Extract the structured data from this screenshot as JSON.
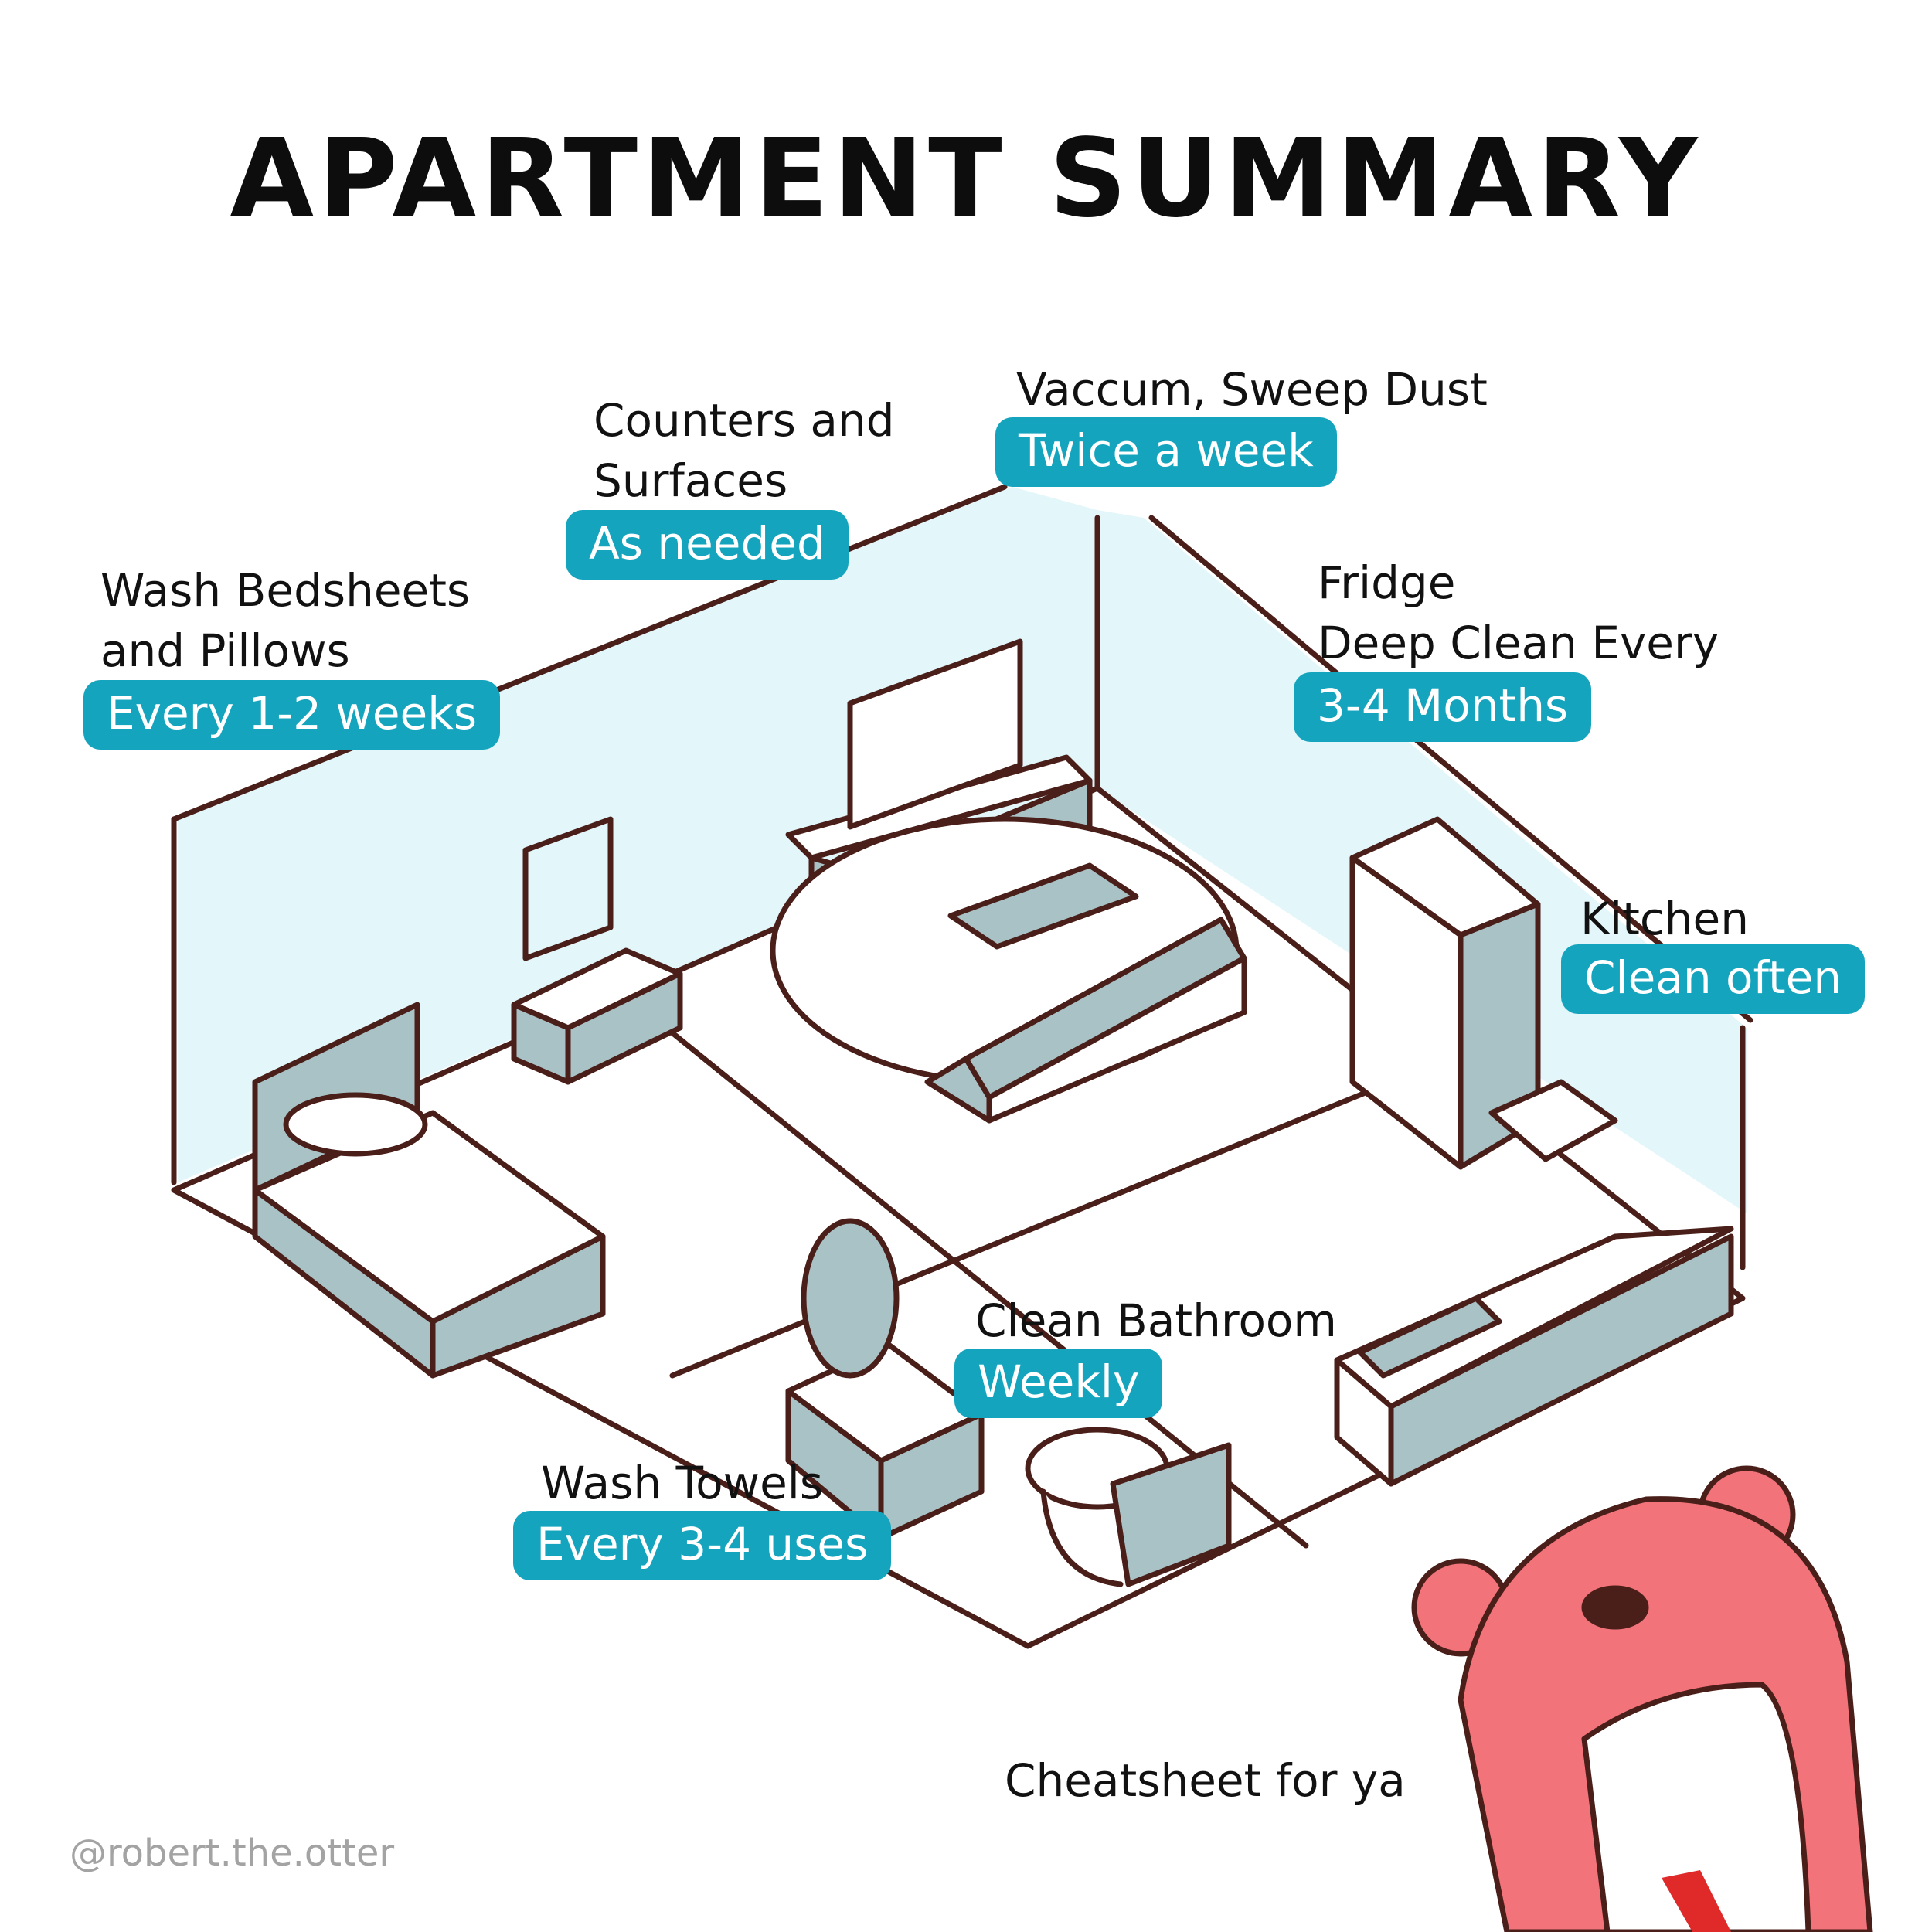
{
  "title": "APARTMENT SUMMARY",
  "tasks": [
    {
      "id": "bedsheets",
      "lines": [
        "Wash Bedsheets",
        "and Pillows"
      ],
      "frequency": "Every 1-2 weeks"
    },
    {
      "id": "counters",
      "lines": [
        "Counters and",
        "Surfaces"
      ],
      "frequency": "As needed"
    },
    {
      "id": "vacuum",
      "lines": [
        "Vaccum, Sweep Dust"
      ],
      "frequency": "Twice a week"
    },
    {
      "id": "fridge",
      "lines": [
        "Fridge",
        "Deep Clean Every"
      ],
      "frequency": "3-4 Months"
    },
    {
      "id": "kitchen",
      "lines": [
        "Kitchen"
      ],
      "frequency": "Clean often"
    },
    {
      "id": "bathroom",
      "lines": [
        "Clean Bathroom"
      ],
      "frequency": "Weekly"
    },
    {
      "id": "towels",
      "lines": [
        "Wash Towels"
      ],
      "frequency": "Every 3-4 uses"
    }
  ],
  "caption": "Cheatsheet for ya",
  "credit": "@robert.the.otter",
  "colors": {
    "accent": "#14a4bd",
    "wall": "#e3f7fb",
    "furniture": "#a9c2c6",
    "outline": "#4a1f1a",
    "otter": "#f2737a"
  }
}
